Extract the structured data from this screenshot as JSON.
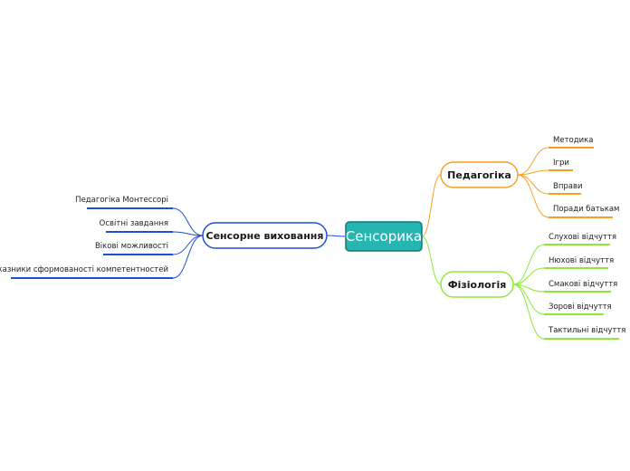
{
  "center": {
    "label": "Сенсорика",
    "fill": "#26b5b0",
    "stroke": "#117a76"
  },
  "branches": [
    {
      "key": "pedagogy",
      "label": "Педагогіка",
      "color": "#f7a020",
      "children": [
        "Методика",
        "Ігри",
        "Вправи",
        "Поради батькам"
      ]
    },
    {
      "key": "physiology",
      "label": "Фізіологія",
      "color": "#8ee83a",
      "children": [
        "Слухові відчуття",
        "Нюхові відчуття",
        "Смакові відчуття",
        "Зорові відчуття",
        "Тактильні відчуття"
      ]
    },
    {
      "key": "sensory-education",
      "label": "Сенсорне виховання",
      "color": "#1f4fd6",
      "children": [
        "Педагогіка Монтессорі",
        "Освітні завдання",
        "Вікові можливості",
        "Показники сформованості компетентностей"
      ]
    }
  ]
}
